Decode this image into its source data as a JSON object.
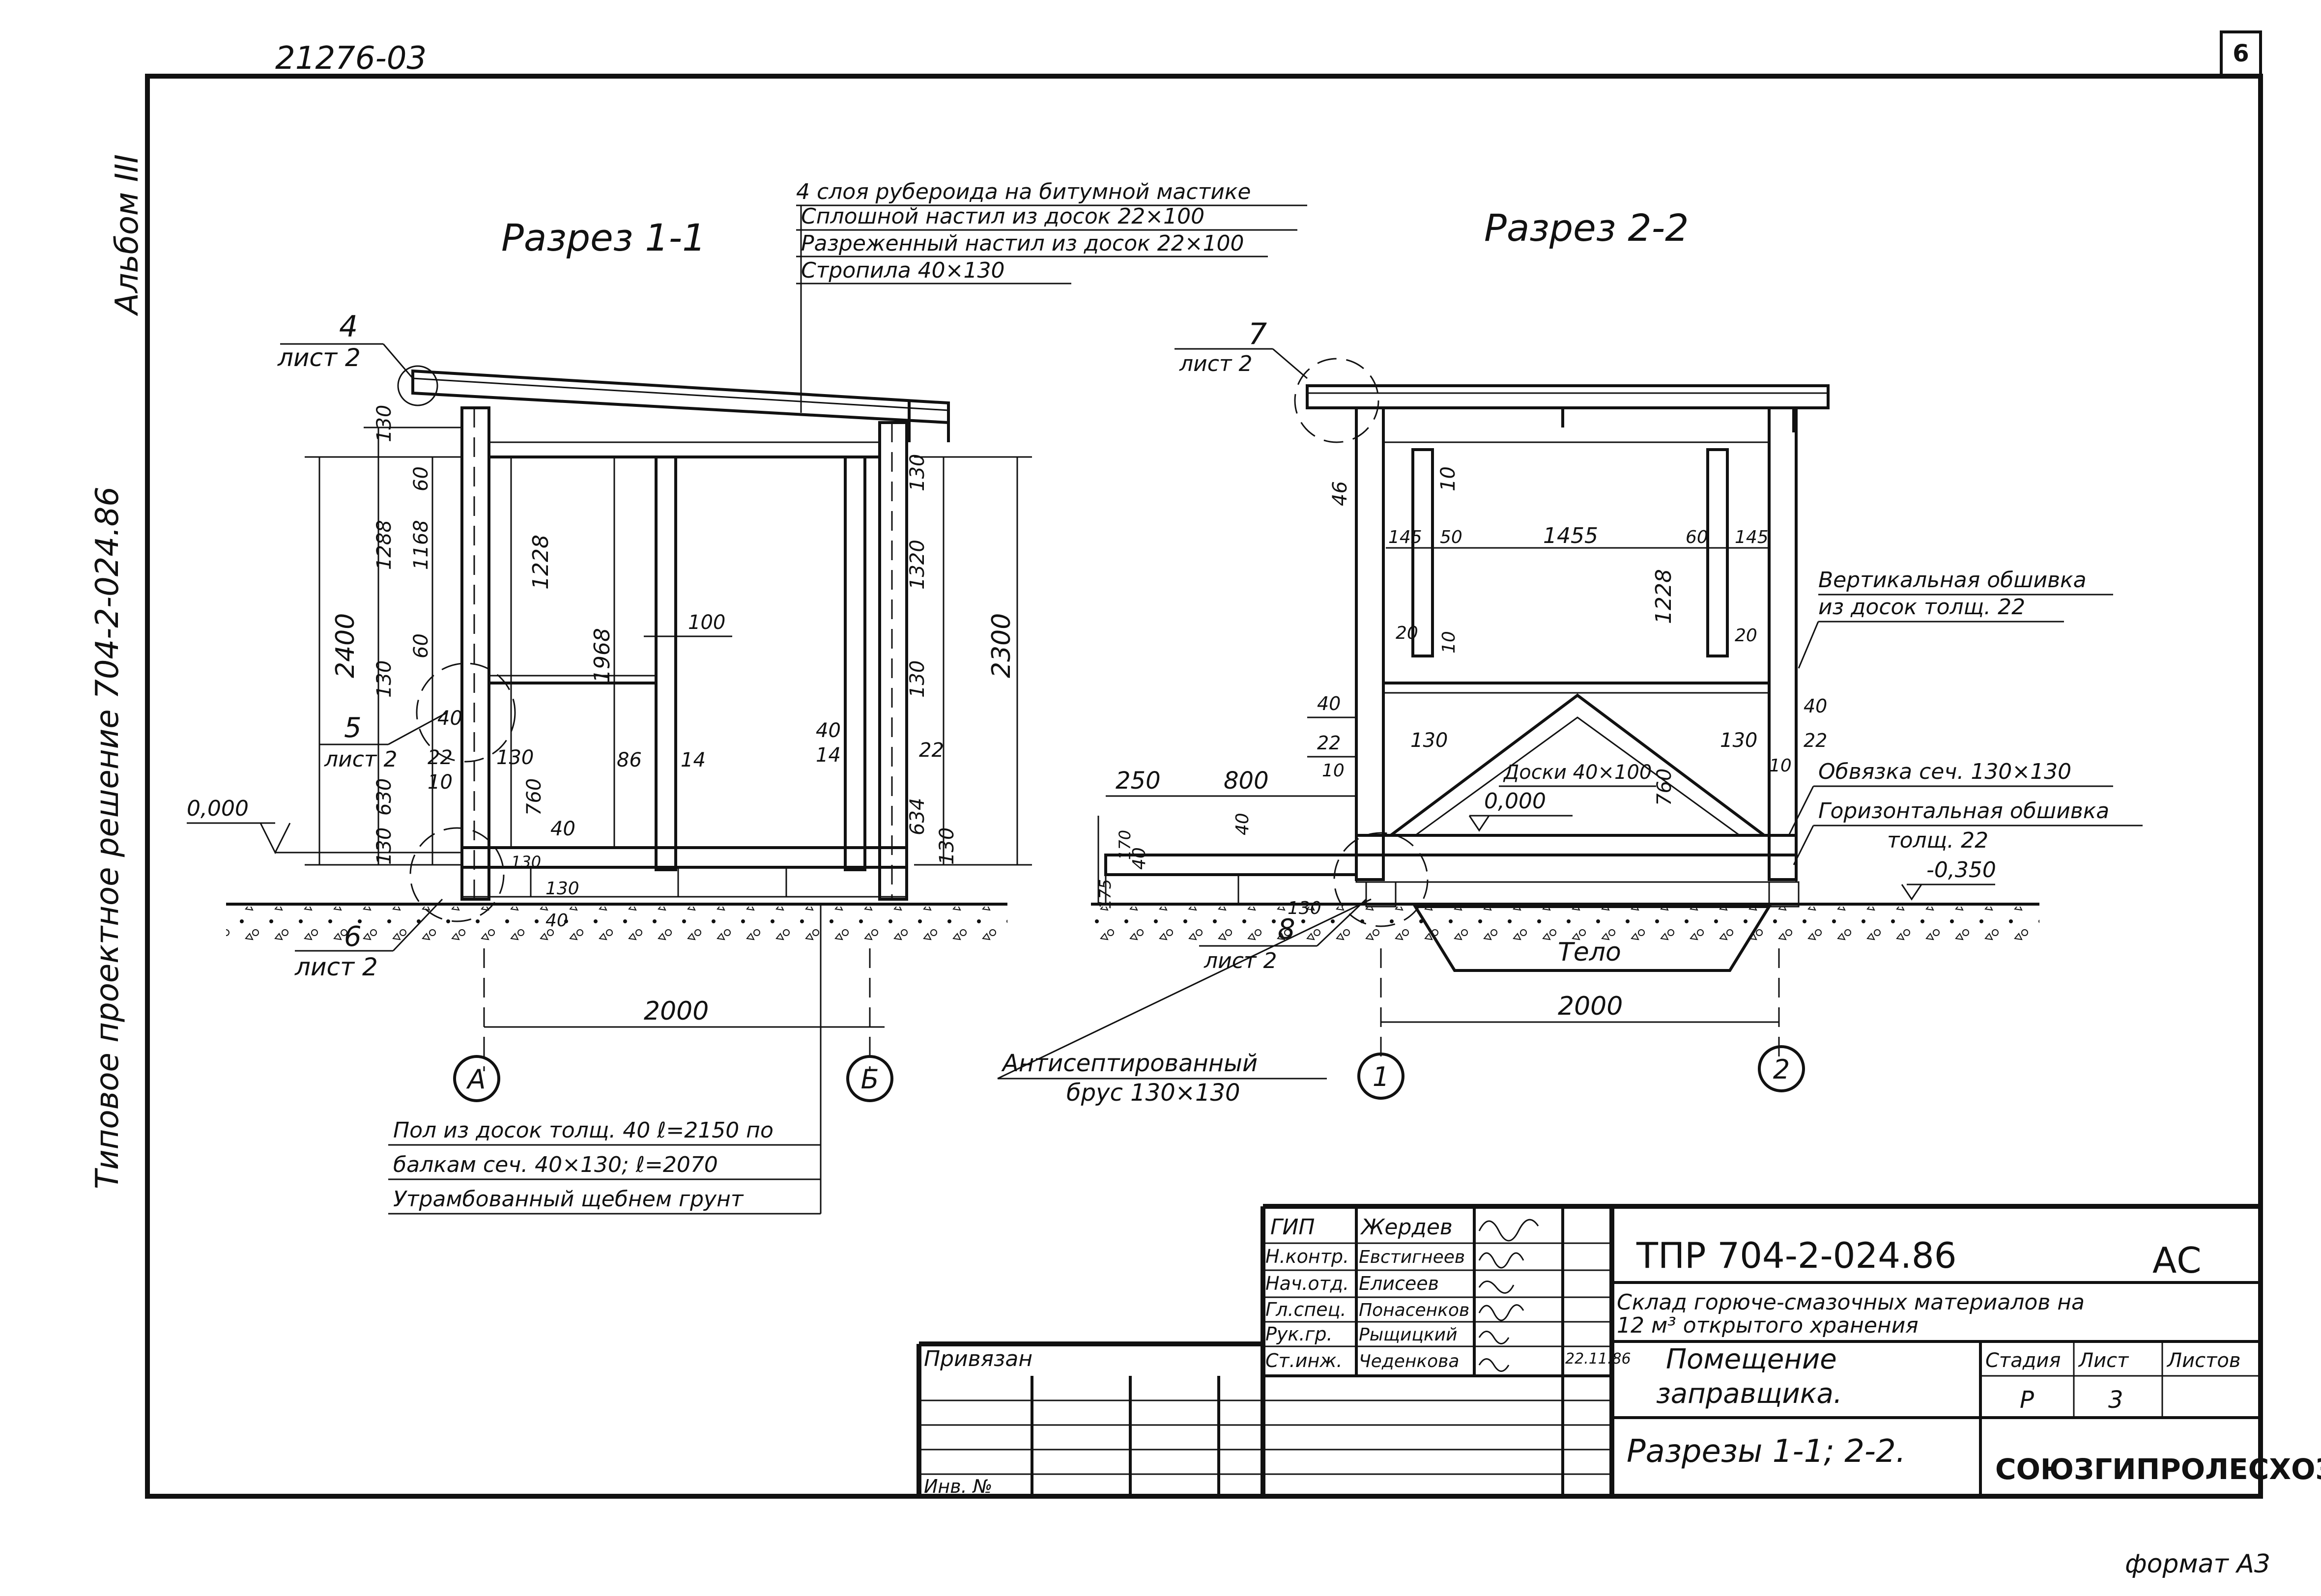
{
  "header": {
    "doc_number_top": "21276-03",
    "sheet_corner": "6",
    "album": "Альбом III",
    "side_title": "Типовое проектное решение 704-2-024.86",
    "format": "формат А3"
  },
  "section_1": {
    "title": "Разрез 1-1",
    "roof_layers": [
      "4 слоя рубероида на битумной мастике",
      "Сплошной настил из досок 22×100",
      "Разреженный настил из досок 22×100",
      "Стропила 40×130"
    ],
    "callouts": {
      "c4_num": "4",
      "c4_sheet": "лист 2",
      "c5_num": "5",
      "c5_sheet": "лист 2",
      "c6_num": "6",
      "c6_sheet": "лист 2"
    },
    "dims": {
      "d2400": "2400",
      "d2300": "2300",
      "d1288": "1288",
      "d1168": "1168",
      "d1228": "1228",
      "d1968": "1968",
      "d1320": "1320",
      "d130a": "130",
      "d60a": "60",
      "d60b": "60",
      "d130b": "130",
      "d40a": "40",
      "d22a": "22",
      "d10a": "10",
      "d630": "630",
      "d130c": "130",
      "d760": "760",
      "d130d": "130",
      "d100": "100",
      "d86": "86",
      "d14a": "14",
      "d40b": "40",
      "d14b": "14",
      "d40c": "40",
      "d22b": "22",
      "d634": "634",
      "d130e": "130",
      "d130f": "130",
      "d130g": "130",
      "d130h": "130",
      "d130i": "130",
      "d40d": "40",
      "d2000": "2000",
      "level": "0,000"
    },
    "axis_left": "А",
    "axis_right": "Б",
    "floor_notes": [
      "Пол из досок толщ. 40 ℓ=2150 по",
      "балкам сеч. 40×130; ℓ=2070",
      "Утрамбованный щебнем грунт"
    ]
  },
  "section_2": {
    "title": "Разрез 2-2",
    "callouts": {
      "c7_num": "7",
      "c7_sheet": "лист 2",
      "c8_num": "8",
      "c8_sheet": "лист 2"
    },
    "dims": {
      "d46": "46",
      "d10a": "10",
      "d145a": "145",
      "d50": "50",
      "d1455": "1455",
      "d60": "60",
      "d145b": "145",
      "d20a": "20",
      "d10b": "10",
      "d1228": "1228",
      "d20b": "20",
      "d40a": "40",
      "d22a": "22",
      "d10c": "10",
      "d130a": "130",
      "d760": "760",
      "d130b": "130",
      "d40b": "40",
      "d22b": "22",
      "d10d": "10",
      "d250": "250",
      "d800": "800",
      "d40c": "40",
      "d40d": "40",
      "d130c": "130",
      "d175": "175",
      "d170": "170",
      "d2000": "2000",
      "level0": "0,000",
      "level350": "-0,350"
    },
    "labels": {
      "boards": "Доски 40×100",
      "vert_cladding_1": "Вертикальная обшивка",
      "vert_cladding_2": "из досок толщ. 22",
      "beam_1": "Обвязка сеч. 130×130",
      "horiz_cladding_1": "Горизонтальная обшивка",
      "horiz_cladding_2": "толщ. 22",
      "tank": "Тело",
      "antiseptic_1": "Антисептированный",
      "antiseptic_2": "брус 130×130"
    },
    "axis_left": "1",
    "axis_right": "2"
  },
  "title_block": {
    "roles": [
      "ГИП",
      "Н.контр.",
      "Нач.отд.",
      "Гл.спец.",
      "Рук.гр.",
      "Ст.инж."
    ],
    "names": [
      "Жердев",
      "Евстигнеев",
      "Елисеев",
      "Понасенков",
      "Рыщицкий",
      "Чеденкова"
    ],
    "date": "22.11.86",
    "privyazan": "Привязан",
    "inv": "Инв. №",
    "code": "ТПР 704-2-024.86",
    "mark": "АС",
    "project_1": "Склад горюче-смазочных материалов на",
    "project_2": "12 м³ открытого хранения",
    "room_1": "Помещение",
    "room_2": "заправщика.",
    "stage_h": "Стадия",
    "sheet_h": "Лист",
    "sheets_h": "Листов",
    "stage": "Р",
    "sheet": "3",
    "drawing": "Разрезы 1-1; 2-2.",
    "org": "СОЮЗГИПРОЛЕСХОЗ"
  }
}
